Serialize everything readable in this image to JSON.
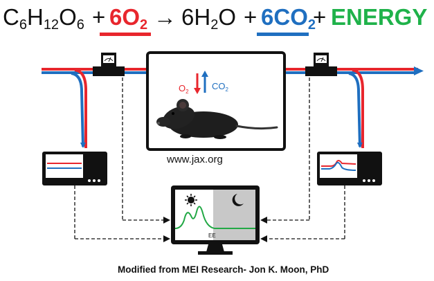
{
  "equation": {
    "glucose": {
      "c": "C",
      "c_sub": "6",
      "h": "H",
      "h_sub": "12",
      "o": "O",
      "o_sub": "6"
    },
    "plus1": "+",
    "oxygen": {
      "coef": "6",
      "el": "O",
      "sub": "2"
    },
    "arrow": "→",
    "water": {
      "coef": "6",
      "h": "H",
      "h_sub": "2",
      "o": "O"
    },
    "plus2": "+",
    "co2": {
      "coef": "6",
      "el": "CO",
      "sub": "2"
    },
    "plus3": "+",
    "energy": "ENERGY"
  },
  "chamber": {
    "o2_label": {
      "el": "O",
      "sub": "2"
    },
    "co2_label": {
      "el": "CO",
      "sub": "2"
    }
  },
  "source_text": "www.jax.org",
  "monitor": {
    "ee_label": "EE"
  },
  "credit": "Modified from MEI Research- Jon K. Moon, PhD",
  "colors": {
    "o2_red": "#e8262d",
    "co2_blue": "#1f6fc0",
    "energy_green": "#1fb24a",
    "trace_green": "#22a845",
    "device_black": "#111111"
  },
  "icons": [
    "sun-icon",
    "moon-icon",
    "mouse-image",
    "gauge-icon"
  ]
}
